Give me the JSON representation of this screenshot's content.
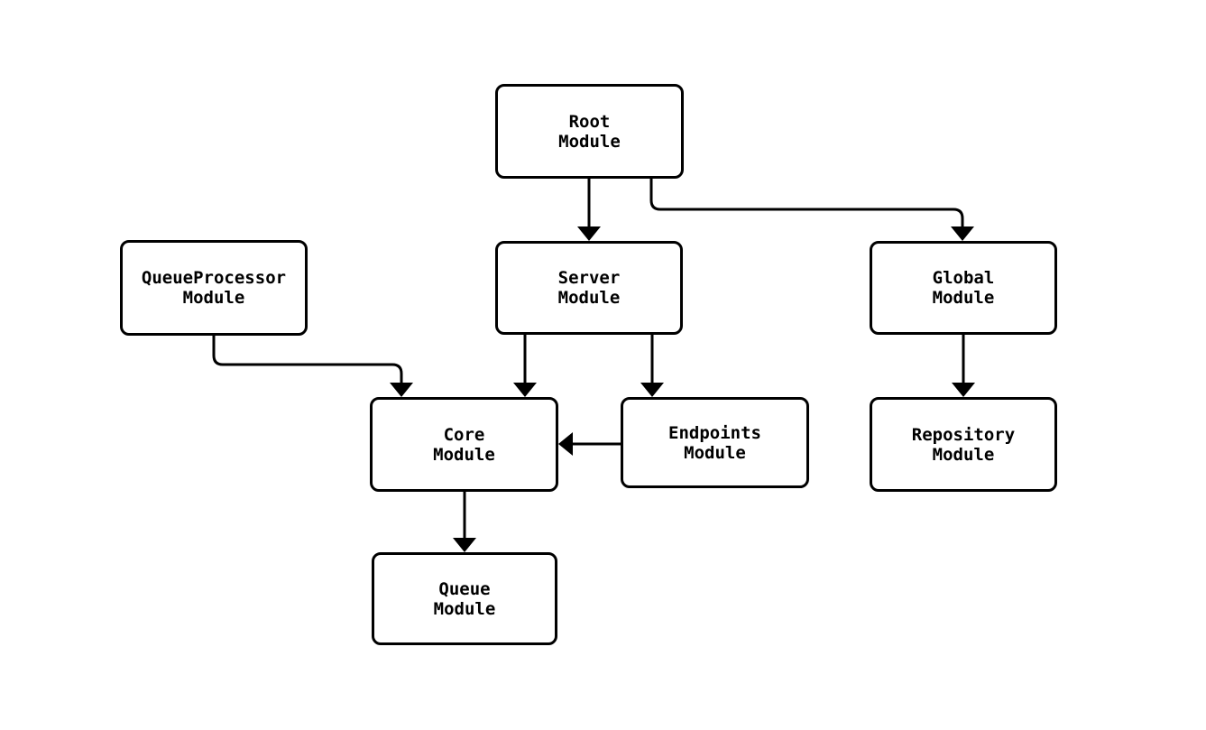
{
  "diagram": {
    "type": "module-dependency-flowchart",
    "background_color": "#ffffff",
    "node_border_color": "#000000",
    "node_fill_color": "#ffffff",
    "edge_color": "#000000",
    "text_color": "#000000",
    "nodes": [
      {
        "id": "root",
        "line1": "Root",
        "line2": "Module"
      },
      {
        "id": "queueprocessor",
        "line1": "QueueProcessor",
        "line2": "Module"
      },
      {
        "id": "server",
        "line1": "Server",
        "line2": "Module"
      },
      {
        "id": "global",
        "line1": "Global",
        "line2": "Module"
      },
      {
        "id": "core",
        "line1": "Core",
        "line2": "Module"
      },
      {
        "id": "endpoints",
        "line1": "Endpoints",
        "line2": "Module"
      },
      {
        "id": "repository",
        "line1": "Repository",
        "line2": "Module"
      },
      {
        "id": "queue",
        "line1": "Queue",
        "line2": "Module"
      }
    ],
    "edges": [
      {
        "from": "Root Module",
        "to": "Server Module"
      },
      {
        "from": "Root Module",
        "to": "Global Module"
      },
      {
        "from": "QueueProcessor Module",
        "to": "Core Module"
      },
      {
        "from": "Server Module",
        "to": "Core Module"
      },
      {
        "from": "Server Module",
        "to": "Endpoints Module"
      },
      {
        "from": "Endpoints Module",
        "to": "Core Module"
      },
      {
        "from": "Global Module",
        "to": "Repository Module"
      },
      {
        "from": "Core Module",
        "to": "Queue Module"
      }
    ]
  }
}
